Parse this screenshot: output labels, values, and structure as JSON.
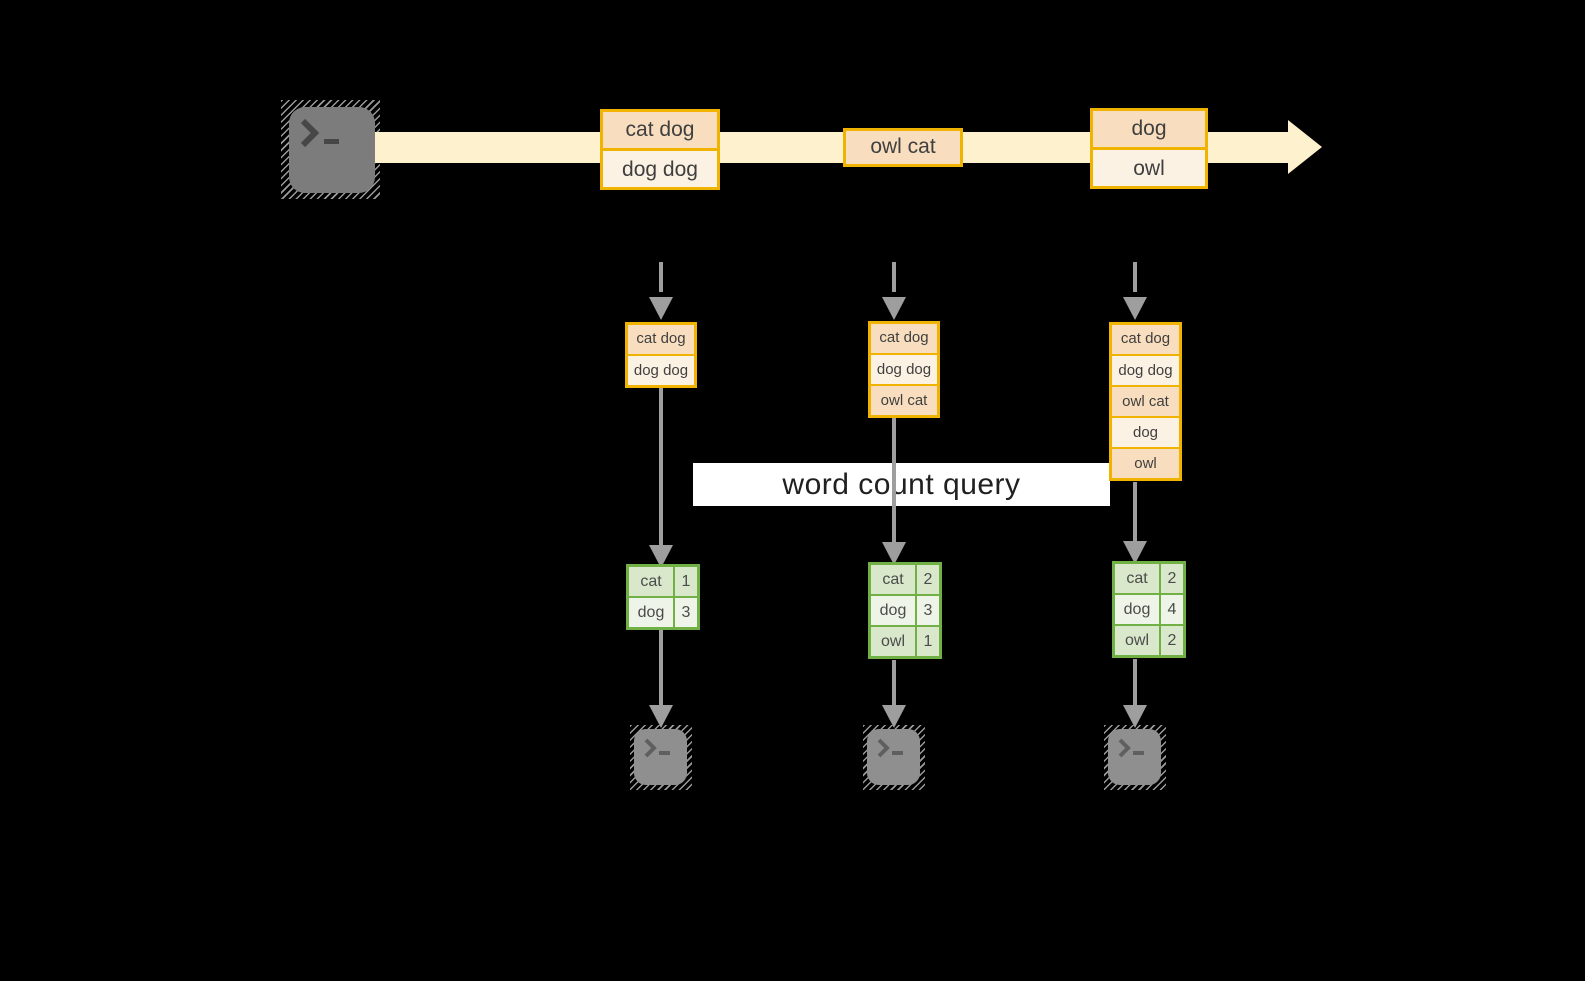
{
  "diagram": {
    "query_label": "word count query",
    "stream": {
      "batches": [
        {
          "lines": [
            "cat dog",
            "dog dog"
          ]
        },
        {
          "lines": [
            "owl cat"
          ]
        },
        {
          "lines": [
            "dog",
            "owl"
          ]
        }
      ]
    },
    "stacks": [
      {
        "rows": [
          "cat dog",
          "dog dog"
        ]
      },
      {
        "rows": [
          "cat dog",
          "dog dog",
          "owl cat"
        ]
      },
      {
        "rows": [
          "cat dog",
          "dog dog",
          "owl cat",
          "dog",
          "owl"
        ]
      }
    ],
    "tables": [
      {
        "rows": [
          {
            "word": "cat",
            "count": "1"
          },
          {
            "word": "dog",
            "count": "3"
          }
        ]
      },
      {
        "rows": [
          {
            "word": "cat",
            "count": "2"
          },
          {
            "word": "dog",
            "count": "3"
          },
          {
            "word": "owl",
            "count": "1"
          }
        ]
      },
      {
        "rows": [
          {
            "word": "cat",
            "count": "2"
          },
          {
            "word": "dog",
            "count": "4"
          },
          {
            "word": "owl",
            "count": "2"
          }
        ]
      }
    ],
    "icons": {
      "source": "terminal-icon",
      "sinks": [
        "terminal-icon",
        "terminal-icon",
        "terminal-icon"
      ]
    },
    "colors": {
      "background": "#000000",
      "stream_fill": "#FDF1CE",
      "box_border": "#F0B400",
      "box_fill_dark": "#F8DEBE",
      "box_fill_light": "#FCF2E3",
      "table_border": "#71B044",
      "table_fill_dark": "#D9E8CB",
      "table_fill_light": "#EEF4E8",
      "arrow_gray": "#9E9E9E",
      "query_band": "#FFFFFF"
    }
  }
}
